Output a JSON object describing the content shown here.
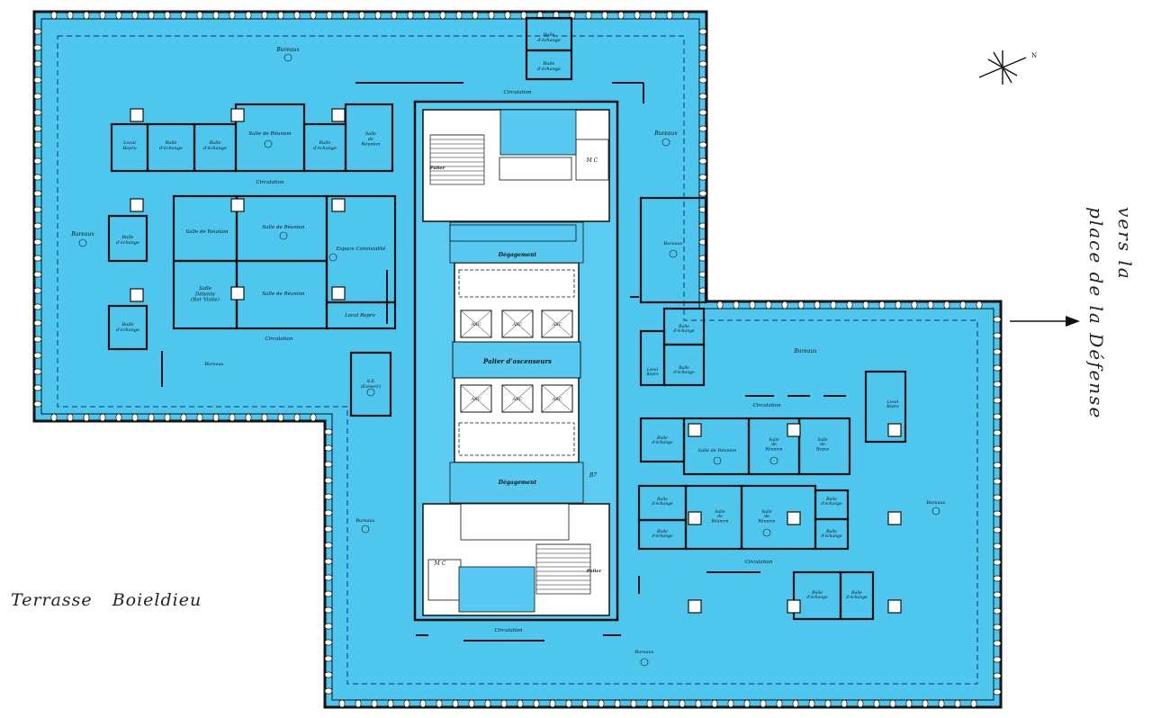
{
  "outside": {
    "terrasse": [
      "Terrasse",
      "Boieldieu"
    ],
    "direction": [
      "vers la",
      "place de la Défense"
    ],
    "north": "N"
  },
  "colors": {
    "floor": "#4fc6ee",
    "wall": "#111111",
    "paper": "#ffffff",
    "room": "#58c9f0"
  },
  "labels": {
    "bureaux": "Bureaux",
    "bulle": [
      "Bulle",
      "d'échange"
    ],
    "salle_reunion": "Salle de Réunion",
    "salle_reunion_stack": [
      "Salle",
      "de",
      "Réunion"
    ],
    "local_repro": [
      "Local",
      "Repro"
    ],
    "circulation": "Circulation",
    "degagement": "Dégagement",
    "palier": "Palier d'ascenseurs",
    "asc": "ASC",
    "espace_convivialite": "Espace Convivialité",
    "salle_detente": [
      "Salle",
      "Détente",
      "(Bar Visite)"
    ],
    "salle_repos": [
      "Salle",
      "de",
      "Repos"
    ],
    "ge": [
      "S.E",
      "(Evrecir)"
    ],
    "palier_stair": "Palier",
    "mc": "M C",
    "level": "B7"
  }
}
